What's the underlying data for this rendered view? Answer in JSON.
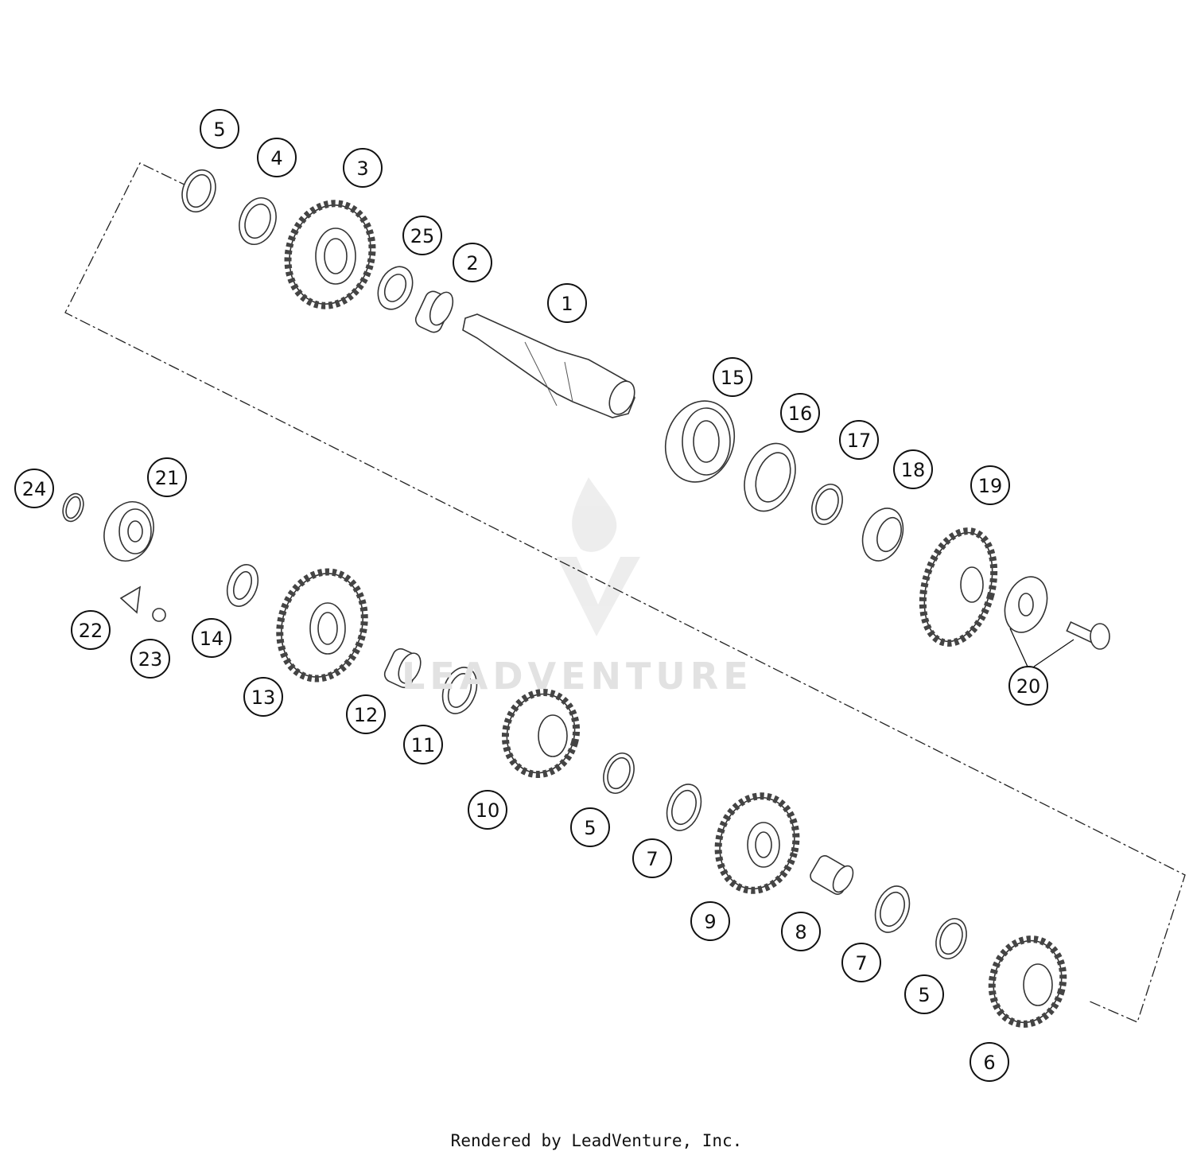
{
  "diagram": {
    "callouts": [
      "5",
      "4",
      "3",
      "25",
      "2",
      "1",
      "15",
      "16",
      "17",
      "18",
      "19",
      "24",
      "21",
      "22",
      "23",
      "14",
      "13",
      "12",
      "11",
      "10",
      "5",
      "7",
      "9",
      "8",
      "7",
      "5",
      "20",
      "6"
    ],
    "watermark": "LEADVENTURE",
    "line_color": "#111111"
  },
  "footer": {
    "text": "Rendered by LeadVenture, Inc."
  }
}
